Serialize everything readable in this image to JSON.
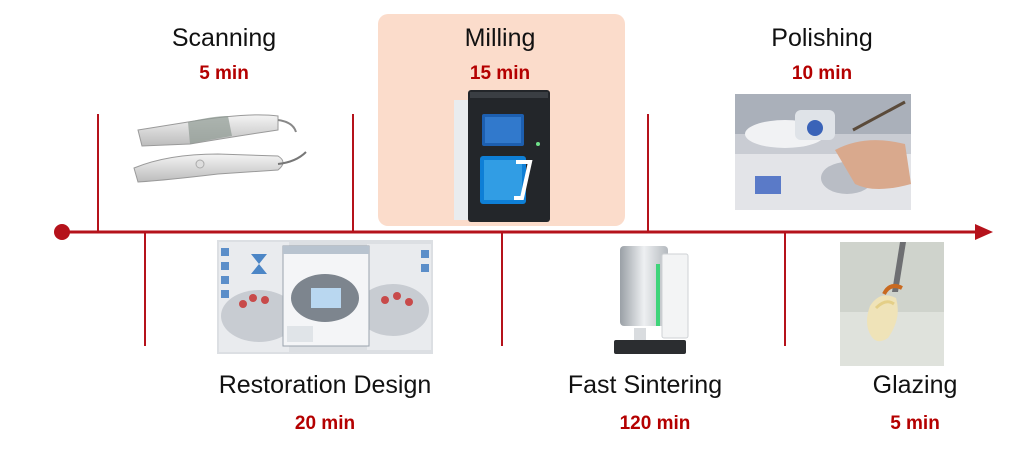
{
  "colors": {
    "timeline": "#b5121b",
    "highlight": "#fbdccb",
    "time_text": "#b40000"
  },
  "stages": {
    "scanning": {
      "title": "Scanning",
      "time": "5 min",
      "image": "intraoral-scanner-icon"
    },
    "design": {
      "title": "Restoration Design",
      "time": "20 min",
      "image": "cad-software-screenshot"
    },
    "milling": {
      "title": "Milling",
      "time": "15 min",
      "image": "milling-machine-icon"
    },
    "sintering": {
      "title": "Fast Sintering",
      "time": "120 min",
      "image": "sintering-furnace-icon"
    },
    "polishing": {
      "title": "Polishing",
      "time": "10 min",
      "image": "polishing-photo"
    },
    "glazing": {
      "title": "Glazing",
      "time": "5 min",
      "image": "glazing-photo"
    }
  }
}
